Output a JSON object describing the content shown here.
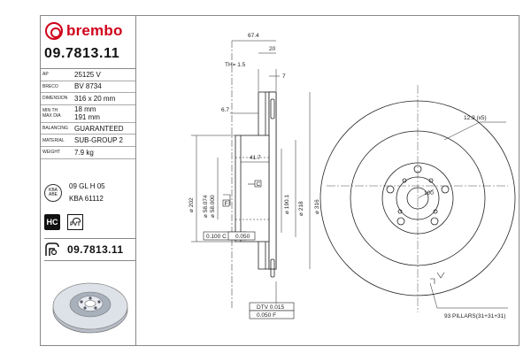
{
  "brand": {
    "name": "brembo",
    "color": "#d0021b"
  },
  "part_number": "09.7813.11",
  "specs": [
    {
      "label": "AP",
      "value": "25125 V"
    },
    {
      "label": "BRECO",
      "value": "BV 8734"
    },
    {
      "label": "DIMENSION",
      "value": "316 x 20 mm"
    },
    {
      "label": "MIN TH\nMAX DIA",
      "value": "18 mm\n191 mm"
    },
    {
      "label": "BALANCING",
      "value": "GUARANTEED"
    },
    {
      "label": "MATERIAL",
      "value": "SUB-GROUP 2"
    },
    {
      "label": "WEIGHT",
      "value": "7.9 kg"
    }
  ],
  "certification": {
    "badge": "KBA ABE",
    "line1": "09 GL H 05",
    "line2": "KBA 61112"
  },
  "badges": {
    "hc": "HC",
    "pvt": "PVT"
  },
  "bottom_part_number": "09.7813.11",
  "dimensions": {
    "d67_4": "67.4",
    "d20": "20",
    "th": "TH= 1.5",
    "d7": "7",
    "d6_7": "6.7",
    "d41_7": "41.7",
    "d202": "202",
    "d58": "58.074",
    "d58b": "58.000",
    "d190": "190.1",
    "d218": "218",
    "d316": "316",
    "c": "C",
    "f": "F",
    "tol1": "0.100 C",
    "tol2": "0.050",
    "dtv": "DTV 0.015",
    "tol3": "0.050 F",
    "bolt": "12.9 (x5)",
    "pcd": "100",
    "pillars": "93 PILLARS(31+31+31)"
  }
}
